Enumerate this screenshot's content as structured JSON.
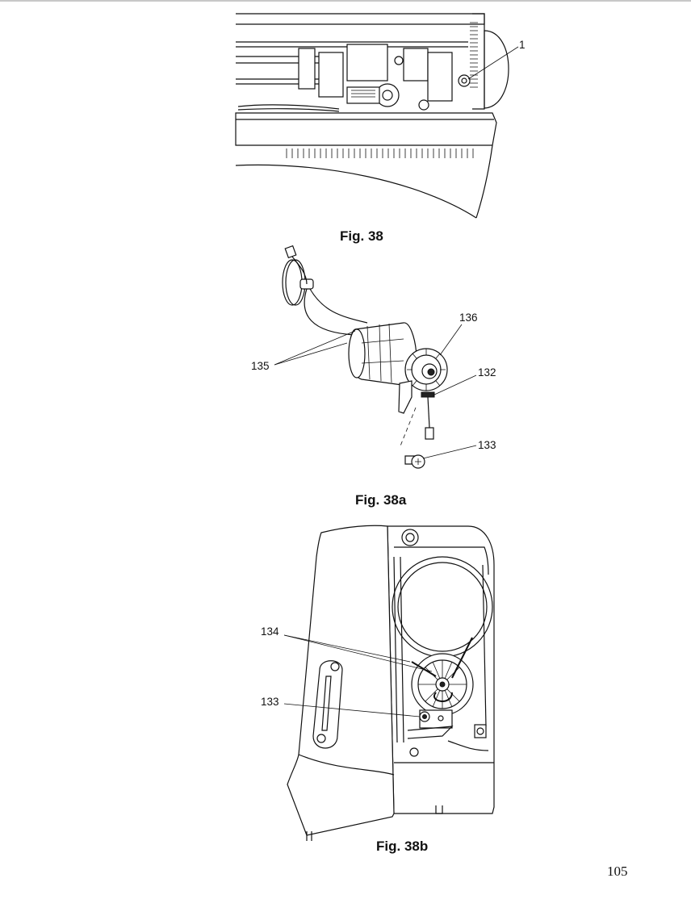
{
  "figures": [
    {
      "caption": "Fig. 38",
      "callouts": [
        "1"
      ]
    },
    {
      "caption": "Fig. 38a",
      "callouts": [
        "136",
        "132",
        "135",
        "133"
      ]
    },
    {
      "caption": "Fig. 38b",
      "callouts": [
        "134",
        "133"
      ]
    }
  ],
  "page_number": "105"
}
